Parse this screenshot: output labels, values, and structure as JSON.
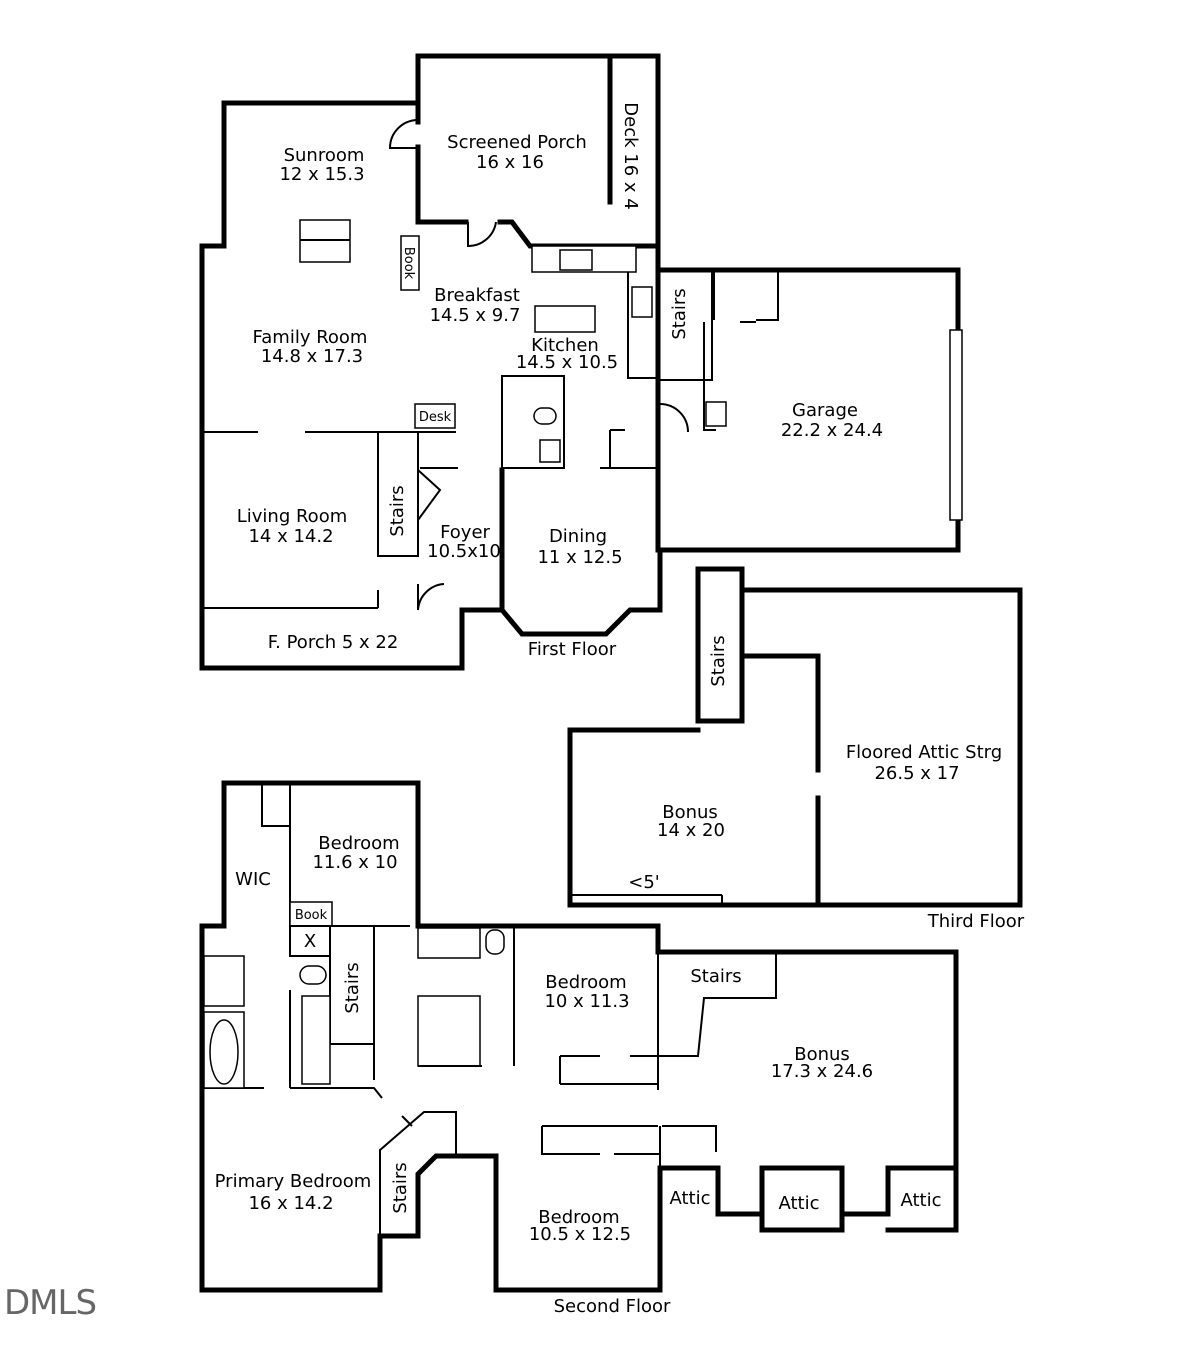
{
  "floors": {
    "first": "First Floor",
    "second": "Second Floor",
    "third": "Third Floor"
  },
  "rooms": {
    "sunroom": {
      "name": "Sunroom",
      "dims": "12 x 15.3"
    },
    "screened_porch": {
      "name": "Screened Porch",
      "dims": "16 x 16"
    },
    "deck": {
      "name": "Deck 16 x 4"
    },
    "breakfast": {
      "name": "Breakfast",
      "dims": "14.5 x 9.7"
    },
    "family_room": {
      "name": "Family Room",
      "dims": "14.8 x 17.3"
    },
    "kitchen": {
      "name": "Kitchen",
      "dims": "14.5 x 10.5"
    },
    "garage": {
      "name": "Garage",
      "dims": "22.2 x 24.4"
    },
    "living_room": {
      "name": "Living Room",
      "dims": "14 x 14.2"
    },
    "foyer": {
      "name": "Foyer",
      "dims": "10.5x10"
    },
    "dining": {
      "name": "Dining",
      "dims": "11 x 12.5"
    },
    "front_porch": {
      "name": "F. Porch 5 x 22"
    },
    "attic_storage": {
      "name": "Floored Attic Strg",
      "dims": "26.5 x 17"
    },
    "bonus_third": {
      "name": "Bonus",
      "dims": "14 x 20"
    },
    "bedroom_2a": {
      "name": "Bedroom",
      "dims": "11.6 x 10"
    },
    "wic": {
      "name": "WIC"
    },
    "bedroom_2b": {
      "name": "Bedroom",
      "dims": "10 x 11.3"
    },
    "bonus_second": {
      "name": "Bonus",
      "dims": "17.3 x 24.6"
    },
    "primary_bedroom": {
      "name": "Primary Bedroom",
      "dims": "16 x 14.2"
    },
    "bedroom_2c": {
      "name": "Bedroom",
      "dims": "10.5 x 12.5"
    }
  },
  "labels": {
    "stairs": "Stairs",
    "book": "Book",
    "desk": "Desk",
    "attic": "Attic",
    "x_mark": "X",
    "low_ceiling": "<5'",
    "watermark": "DMLS"
  }
}
